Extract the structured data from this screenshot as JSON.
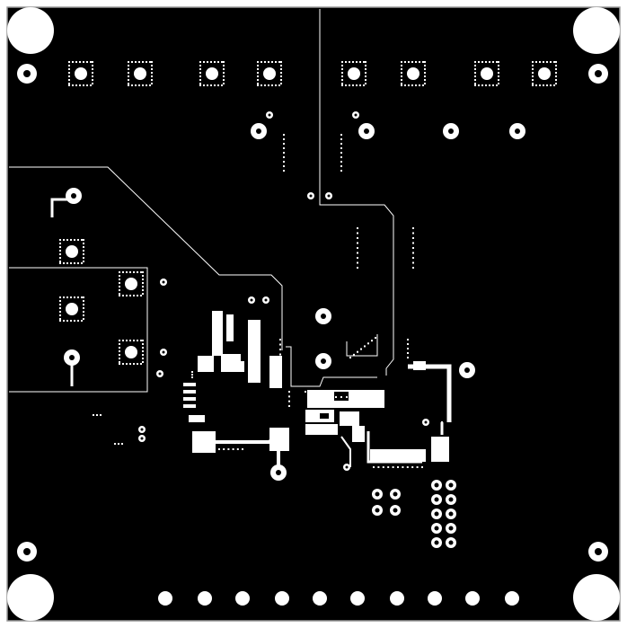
{
  "view": {
    "type": "pcb-copper-layer-render",
    "background_color": "#000000",
    "feature_color": "#ffffff",
    "outline_color": "#9a9a9a"
  },
  "corner_holes": {
    "count": 4,
    "icon": "mounting-hole-icon"
  },
  "mounting_pads": {
    "count": 4,
    "icon": "via-ring-icon"
  },
  "top_connector_pads": {
    "count": 8,
    "icon": "thermal-pad-icon"
  },
  "bottom_connector_pads": {
    "count": 10,
    "icon": "through-hole-pad-icon"
  },
  "header_pins": {
    "count": 10,
    "icon": "header-pin-icon"
  },
  "small_header_pins": {
    "count": 4,
    "icon": "header-pin-icon"
  }
}
